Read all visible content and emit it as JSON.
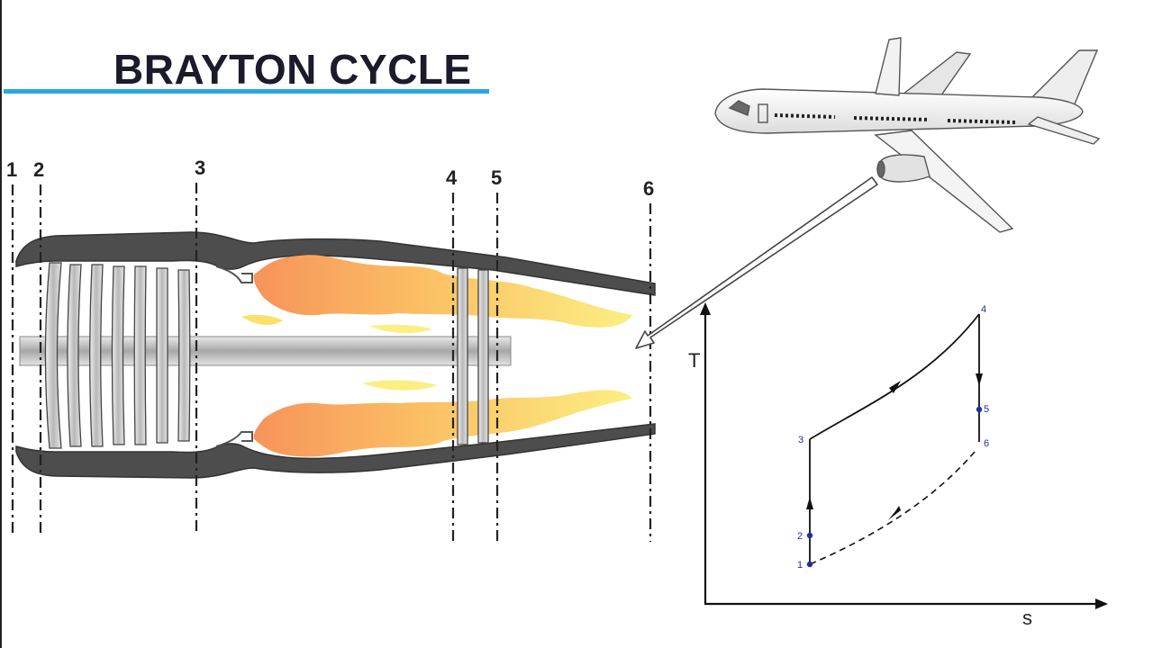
{
  "title": "BRAYTON CYCLE",
  "colors": {
    "accent_rule": "#29a8e0",
    "casing": "#4a4a4a",
    "flame_hot": "#f79a55",
    "flame_cool": "#fbe76b",
    "point_marker": "#1f2f9a"
  },
  "engine": {
    "station_labels": [
      "1",
      "2",
      "3",
      "4",
      "5",
      "6"
    ]
  },
  "ts_diagram": {
    "y_axis_label": "T",
    "x_axis_label": "s",
    "point_labels": [
      "1",
      "2",
      "3",
      "4",
      "5",
      "6"
    ]
  },
  "icons": {
    "aircraft": "airplane-icon",
    "pointer": "arrow-icon"
  }
}
